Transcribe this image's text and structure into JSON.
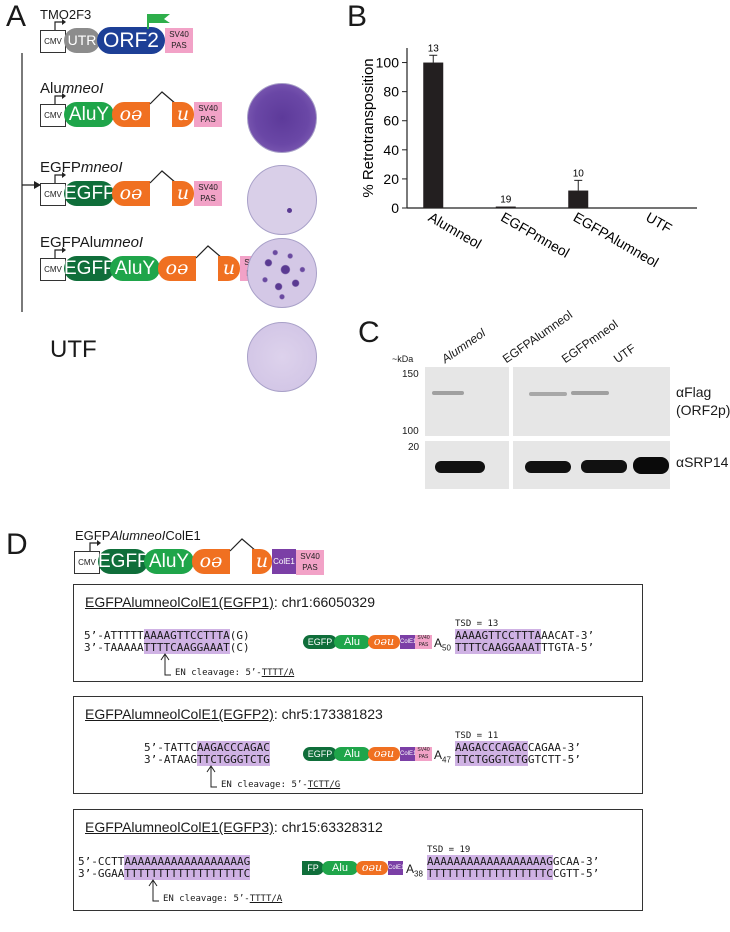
{
  "panels": {
    "a": "A",
    "b": "B",
    "c": "C",
    "d": "D"
  },
  "constructs": {
    "tmo2f3": "TMO2F3",
    "cmv": "CMV",
    "utr": "UTR",
    "orf2": "ORF2",
    "sv40": "SV40",
    "pas": "PAS",
    "aluy": "AluY",
    "egfp": "EGFP",
    "oe": "oə",
    "u": "u",
    "cole1": "ColE1",
    "alu": "Alu",
    "oeu": "oəu",
    "fp": "FP",
    "alumneol": "Alumneol",
    "egfpmneol": "EGFPmneol",
    "egfpalumneol": "EGFPAlumneol",
    "utf": "UTF",
    "d_title": "EGFPAlumneolColE1"
  },
  "chart_data": {
    "type": "bar",
    "categories": [
      "Alumneol",
      "EGFPmneol",
      "EGFPAlumneol",
      "UTF"
    ],
    "values": [
      100,
      1,
      12,
      0
    ],
    "errors": [
      5,
      0,
      7,
      0
    ],
    "n_labels": [
      "13",
      "19",
      "10",
      ""
    ],
    "ylabel": "% Retrotransposition",
    "ylim": [
      0,
      110
    ],
    "yticks": [
      "0",
      "20",
      "40",
      "60",
      "80",
      "100"
    ],
    "grid": false,
    "bar_color": "#231f20"
  },
  "blot": {
    "kda": "~kDa",
    "markers": [
      "150",
      "100",
      "20"
    ],
    "lanes": [
      "Alumneol",
      "EGFPAlumneol",
      "EGFPmneol",
      "UTF"
    ],
    "flag_label": "αFlag",
    "flag_sub": "(ORF2p)",
    "srp_label": "αSRP14"
  },
  "insertions": [
    {
      "title": "EGFPAlumneolColE1(EGFP1)",
      "locus": ": chr1:66050329",
      "tsd": "TSD = 13",
      "top_left_plain": "5’-ATTTTT",
      "top_left_hl": "AAAAGTTCCTTTA",
      "top_bracket": "(G)",
      "bot_left_plain": "3’-TAAAAA",
      "bot_left_hl": "TTTTCAAGGAAAT",
      "bot_bracket": "(C)",
      "polya": "A",
      "polya_n": "50",
      "right_top_hl": "AAAAGTTCCTTTA",
      "right_top_plain": "AACAT-3’",
      "right_bot_hl": "TTTTCAAGGAAAT",
      "right_bot_plain": "TTGTA-5’",
      "cleavage": "EN cleavage: 5’-",
      "cleavage_site": "TTTT/A"
    },
    {
      "title": "EGFPAlumneolColE1(EGFP2)",
      "locus": ": chr5:173381823",
      "tsd": "TSD = 11",
      "top_left_plain": "5’-TATTC",
      "top_left_hl": "AAGACCCAGAC",
      "bot_left_plain": "3’-ATAAG",
      "bot_left_hl": "TTCTGGGTCTG",
      "polya": "A",
      "polya_n": "47",
      "right_top_hl": "AAGACCCAGAC",
      "right_top_plain": "CAGAA-3’",
      "right_bot_hl": "TTCTGGGTCTG",
      "right_bot_plain": "GTCTT-5’",
      "cleavage": "EN cleavage: 5’-",
      "cleavage_site": "TCTT/G"
    },
    {
      "title": "EGFPAlumneolColE1(EGFP3)",
      "locus": ": chr15:63328312",
      "tsd": "TSD = 19",
      "top_left_plain": "5’-CCTT",
      "top_left_hl": "AAAAAAAAAAAAAAAAAAG",
      "bot_left_plain": "3’-GGAA",
      "bot_left_hl": "TTTTTTTTTTTTTTTTTTC",
      "polya": "A",
      "polya_n": "38",
      "right_top_hl": "AAAAAAAAAAAAAAAAAAG",
      "right_top_plain": "GCAA-3’",
      "right_bot_hl": "TTTTTTTTTTTTTTTTTTC",
      "right_bot_plain": "CGTT-5’",
      "cleavage": "EN cleavage: 5’-",
      "cleavage_site": "TTTT/A"
    }
  ],
  "colors": {
    "egfp": "#0f6e3a",
    "aluy": "#1fa54a",
    "orange": "#f07021",
    "orf2": "#1d3f96",
    "utr": "#8c8c8c",
    "sv40": "#f2a2c7",
    "cole1": "#7b3fa6",
    "highlight": "#cfb2e4",
    "flag": "#2eae4b"
  }
}
